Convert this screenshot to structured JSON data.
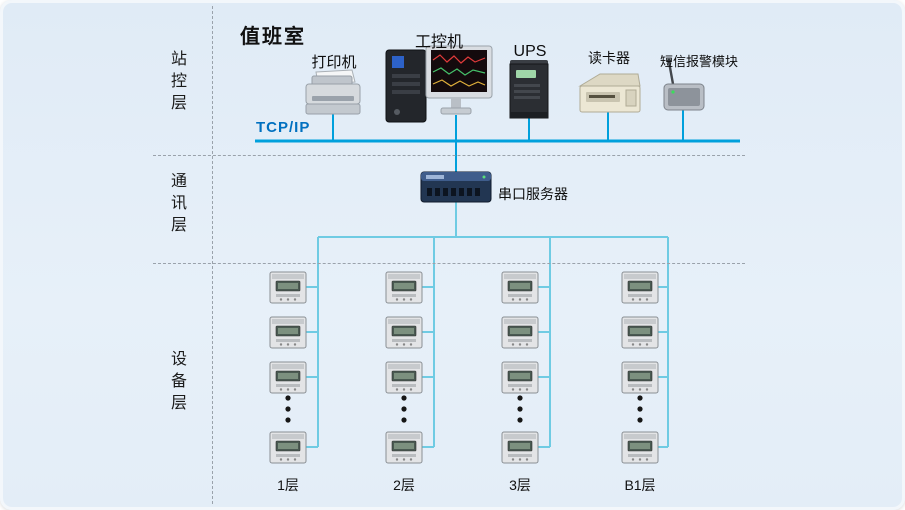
{
  "colors": {
    "bus_line": "#00a0dc",
    "branch_line": "#6fcbe3",
    "tcpip_text": "#0070c0"
  },
  "layers": [
    {
      "label": "站控层"
    },
    {
      "label": "通讯层"
    },
    {
      "label": "设备层"
    }
  ],
  "station_layer": {
    "room_label": "值班室",
    "network_label": "TCP/IP",
    "devices": [
      {
        "name": "printer",
        "label": "打印机"
      },
      {
        "name": "industrial-pc",
        "label": "工控机"
      },
      {
        "name": "ups",
        "label": "UPS"
      },
      {
        "name": "card-reader",
        "label": "读卡器"
      },
      {
        "name": "sms-alarm-module",
        "label": "短信报警模块"
      }
    ]
  },
  "comm_layer": {
    "serial_server_label": "串口服务器"
  },
  "device_layer": {
    "meters_per_column_visible": 4,
    "floors": [
      {
        "label": "1层"
      },
      {
        "label": "2层"
      },
      {
        "label": "3层"
      },
      {
        "label": "B1层"
      }
    ]
  }
}
